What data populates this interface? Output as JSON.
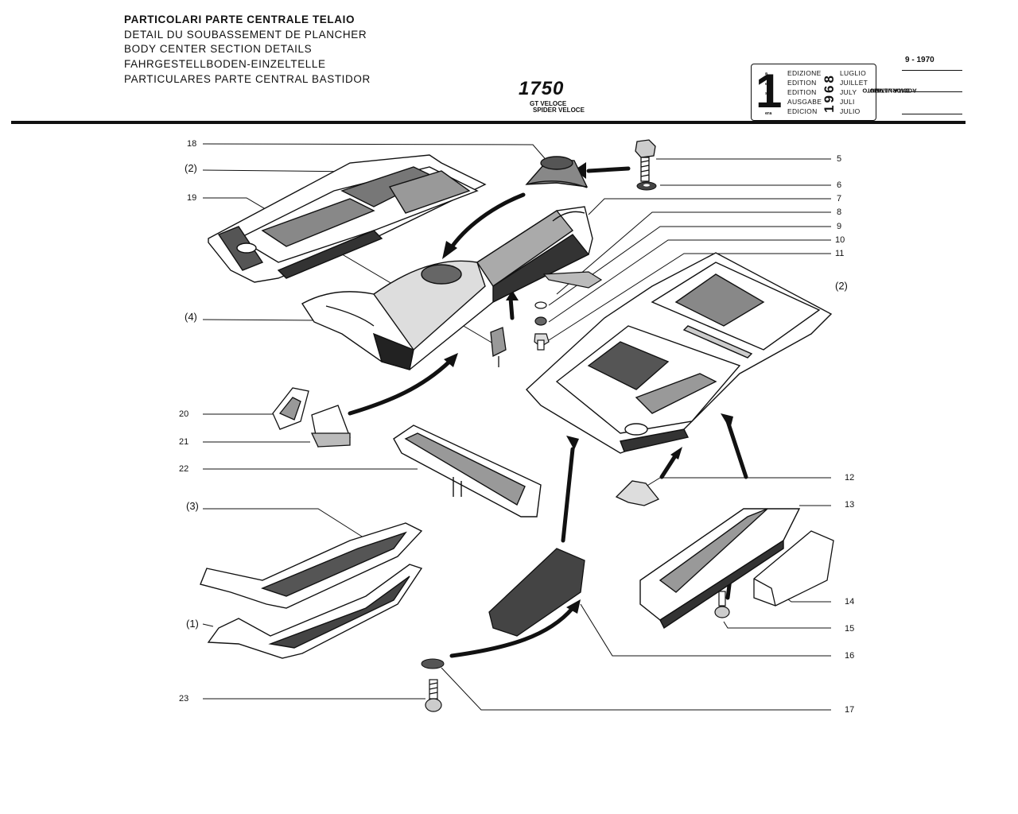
{
  "header": {
    "titles": [
      "PARTICOLARI PARTE CENTRALE TELAIO",
      "DETAIL DU  SOUBASSEMENT DE PLANCHER",
      "BODY CENTER SECTION DETAILS",
      "FAHRGESTELLBODEN-EINZELTELLE",
      "PARTICULARES PARTE CENTRAL BASTIDOR"
    ],
    "model": "1750",
    "variants": [
      "GT VELOCE",
      "SPIDER VELOCE"
    ]
  },
  "edition_box": {
    "number": "1",
    "suffixes": [
      "a",
      "ere",
      "st",
      "",
      "era"
    ],
    "words": [
      "EDIZIONE",
      "EDITION",
      "EDITION",
      "AUSGABE",
      "EDICION"
    ],
    "year": "1968",
    "months": [
      "LUGLIO",
      "JUILLET",
      "JULY",
      "JULI",
      "JULIO"
    ],
    "update_label_1": "DATA ULTIMO",
    "update_label_2": "AGGIORNAMENTO",
    "update_date": "9 - 1970"
  },
  "callouts": {
    "left": [
      "18",
      "(2)",
      "19",
      "(4)",
      "20",
      "21",
      "22",
      "(3)",
      "(1)",
      "23"
    ],
    "right": [
      "5",
      "6",
      "7",
      "8",
      "9",
      "10",
      "11",
      "(2)",
      "12",
      "13",
      "14",
      "15",
      "16",
      "17"
    ]
  }
}
